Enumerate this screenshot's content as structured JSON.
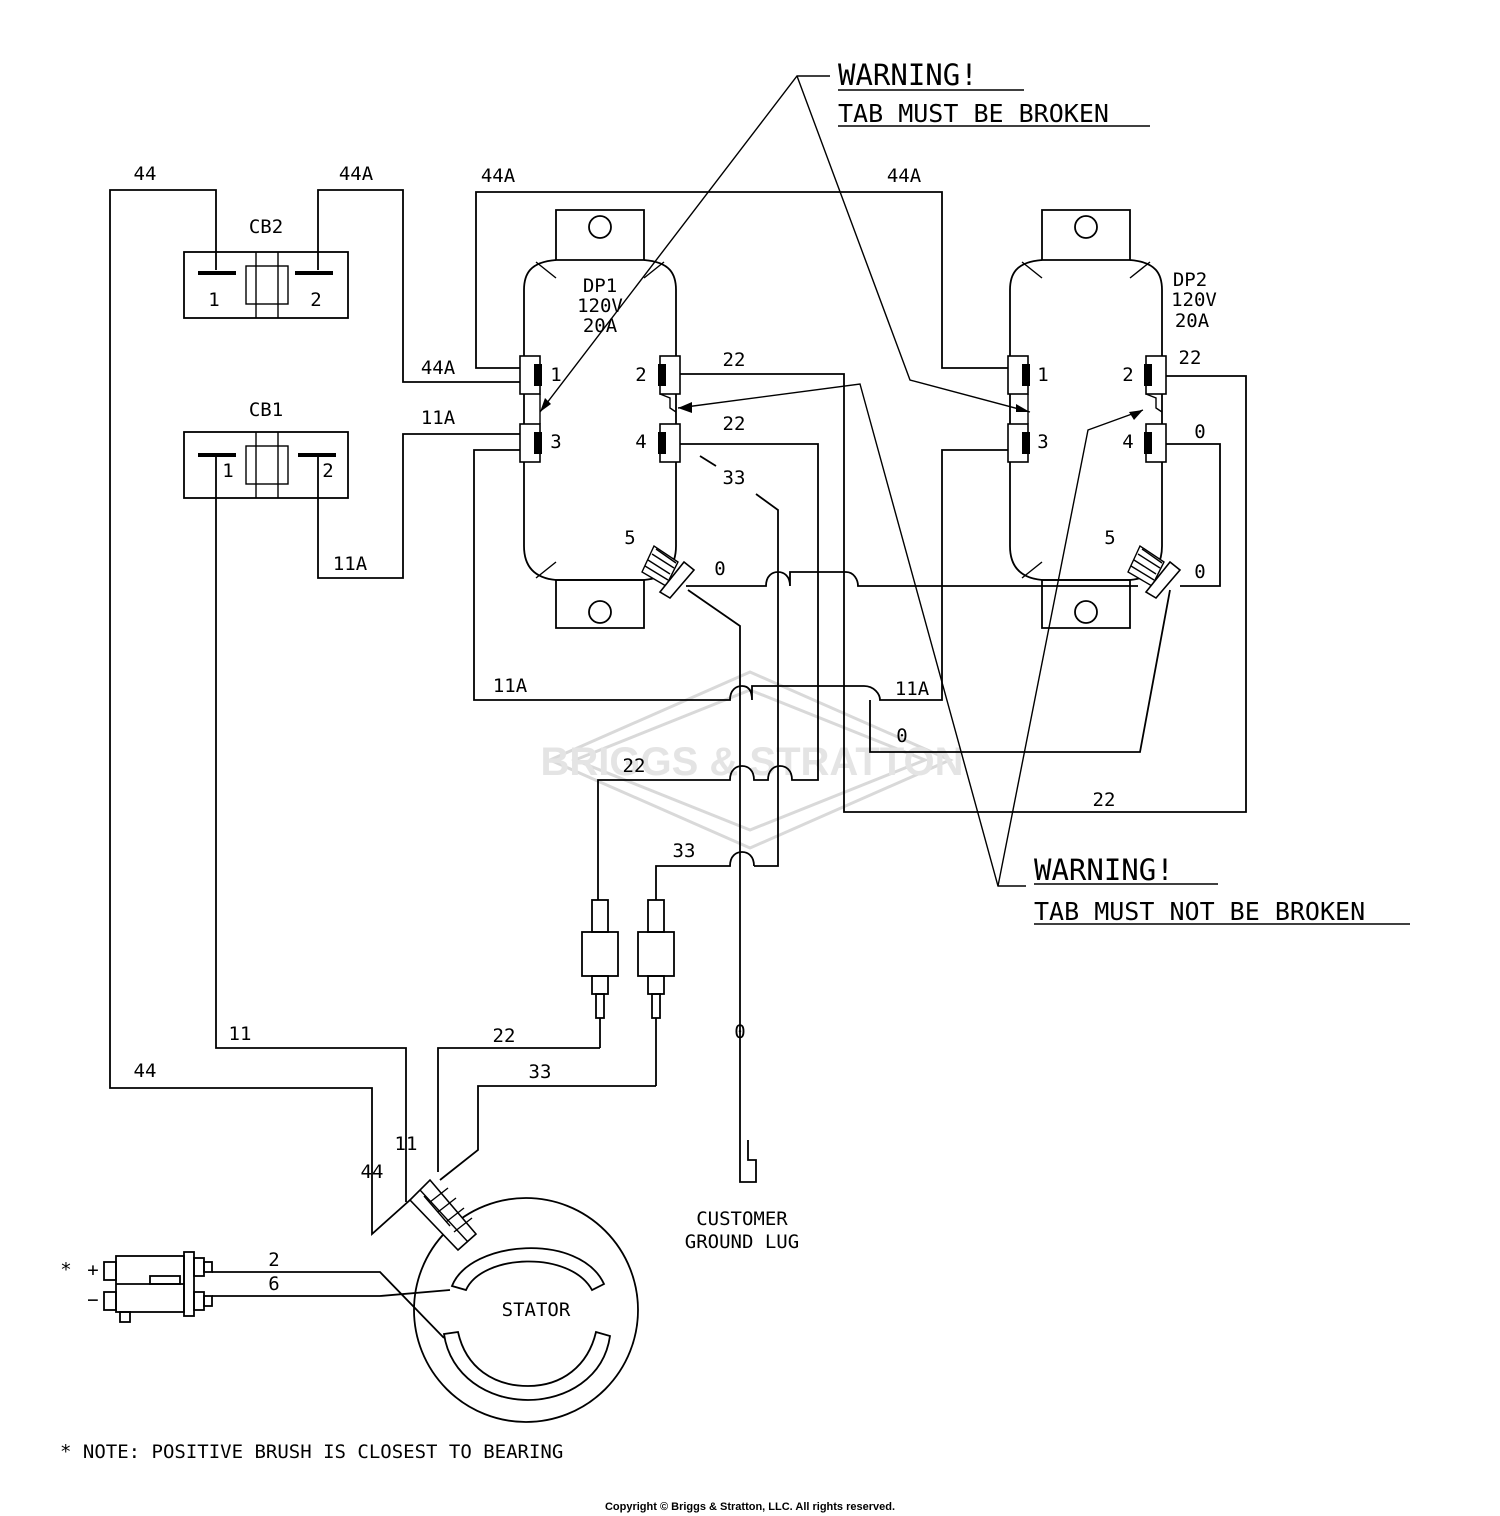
{
  "watermark": "BRIGGS & STRATTON",
  "copyright": "Copyright © Briggs & Stratton, LLC. All rights reserved.",
  "warnings": {
    "top": {
      "title": "WARNING!",
      "text": "TAB MUST BE BROKEN"
    },
    "bottom": {
      "title": "WARNING!",
      "text": "TAB MUST NOT BE BROKEN"
    }
  },
  "breakers": {
    "cb2": {
      "name": "CB2",
      "t1": "1",
      "t2": "2"
    },
    "cb1": {
      "name": "CB1",
      "t1": "1",
      "t2": "2"
    }
  },
  "receptacles": {
    "dp1": {
      "name": "DP1",
      "voltage": "120V",
      "current": "20A",
      "t1": "1",
      "t2": "2",
      "t3": "3",
      "t4": "4",
      "t5": "5"
    },
    "dp2": {
      "name": "DP2",
      "voltage": "120V",
      "current": "20A",
      "t1": "1",
      "t2": "2",
      "t3": "3",
      "t4": "4",
      "t5": "5"
    }
  },
  "wires": {
    "w44_top": "44",
    "w44a_cb2": "44A",
    "w44a_dp1top": "44A",
    "w44a_dp2top": "44A",
    "w44a_dp1t1": "44A",
    "w11a_dp1t3": "11A",
    "w11a_cb1": "11A",
    "w11a_bottom_left": "11A",
    "w11a_bottom_right": "11A",
    "w22_dp1t2": "22",
    "w22_dp1t4": "22",
    "w22_dp2t2": "22",
    "w22_mid": "22",
    "w22_bottom_right": "22",
    "w22_low": "22",
    "w33_dp1": "33",
    "w33_mid": "33",
    "w33_low": "33",
    "w0_dp1t5": "0",
    "w0_dp2t4": "0",
    "w0_dp2t5": "0",
    "w0_mid": "0",
    "w0_ground": "0",
    "w11_low": "11",
    "w44_low": "44",
    "w11_vert": "11",
    "w44_vert": "44",
    "w2_brush": "2",
    "w6_brush": "6"
  },
  "stator": "STATOR",
  "ground_lug": {
    "line1": "CUSTOMER",
    "line2": "GROUND LUG"
  },
  "brush": {
    "star": "*",
    "plus": "+",
    "minus": "−"
  },
  "note": "* NOTE: POSITIVE BRUSH IS CLOSEST TO BEARING"
}
